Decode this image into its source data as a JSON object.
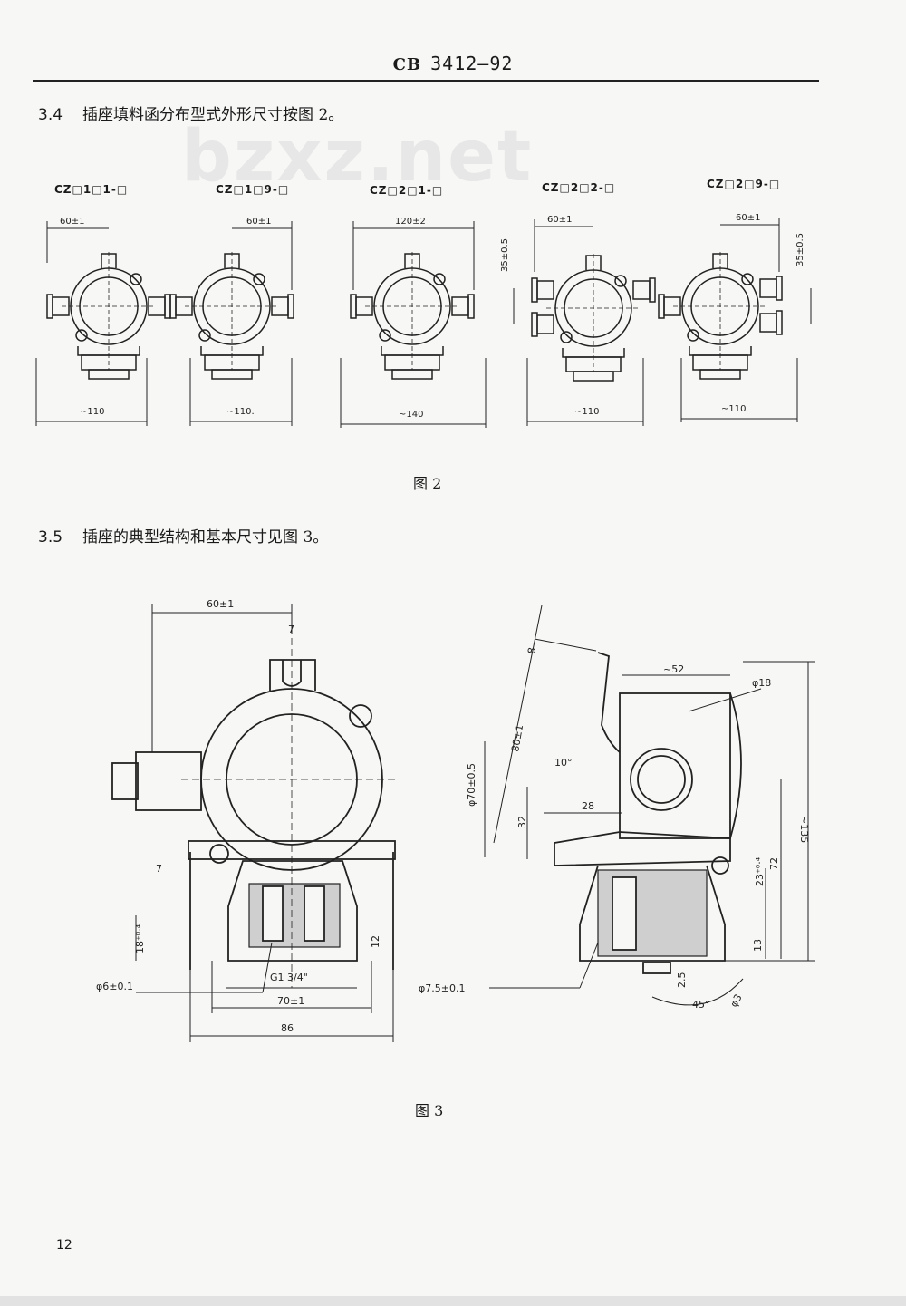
{
  "header": {
    "prefix": "CB",
    "code": "3412—92"
  },
  "watermark": "bzxz.net",
  "sections": [
    {
      "num": "3.4",
      "text": "插座填料函分布型式外形尺寸按图 2。"
    },
    {
      "num": "3.5",
      "text": "插座的典型结构和基本尺寸见图 3。"
    }
  ],
  "figure2": {
    "caption": "图 2",
    "variants": [
      {
        "model": "CZ□1□1-□",
        "top_dim": "60±1",
        "bottom_dim": "~110"
      },
      {
        "model": "CZ□1□9-□",
        "top_dim": "60±1",
        "bottom_dim": "~110."
      },
      {
        "model": "CZ□2□1-□",
        "top_dim": "120±2",
        "bottom_dim": "~140"
      },
      {
        "model": "CZ□2□2-□",
        "top_dim": "60±1",
        "side_dim": "35±0.5",
        "bottom_dim": "~110"
      },
      {
        "model": "CZ□2□9-□",
        "top_dim": "60±1",
        "side_dim": "35±0.5",
        "bottom_dim": "~110"
      }
    ]
  },
  "figure3": {
    "caption": "图 3",
    "front": {
      "top_dim": "60±1",
      "slot": "7",
      "left_seven": "7",
      "height": "18⁺⁰·⁴",
      "twelve": "12",
      "thread": "G1 3/4\"",
      "hole": "φ6±0.1",
      "seventy": "70±1",
      "eightysix": "86"
    },
    "side": {
      "eight": "8",
      "fiftytwo": "~52",
      "phi18": "φ18",
      "eighty": "80±1",
      "phi70": "φ70±0.5",
      "ten": "10°",
      "twentyeight": "28",
      "thirtytwo": "32",
      "total": "~135",
      "twentythree": "23⁺⁰·⁴",
      "seventytwo": "72",
      "thirteen": "13",
      "twofive": "2.5",
      "fortyfive": "45°",
      "phi3": "φ3",
      "hole": "φ7.5±0.1"
    }
  },
  "page_number": "12"
}
